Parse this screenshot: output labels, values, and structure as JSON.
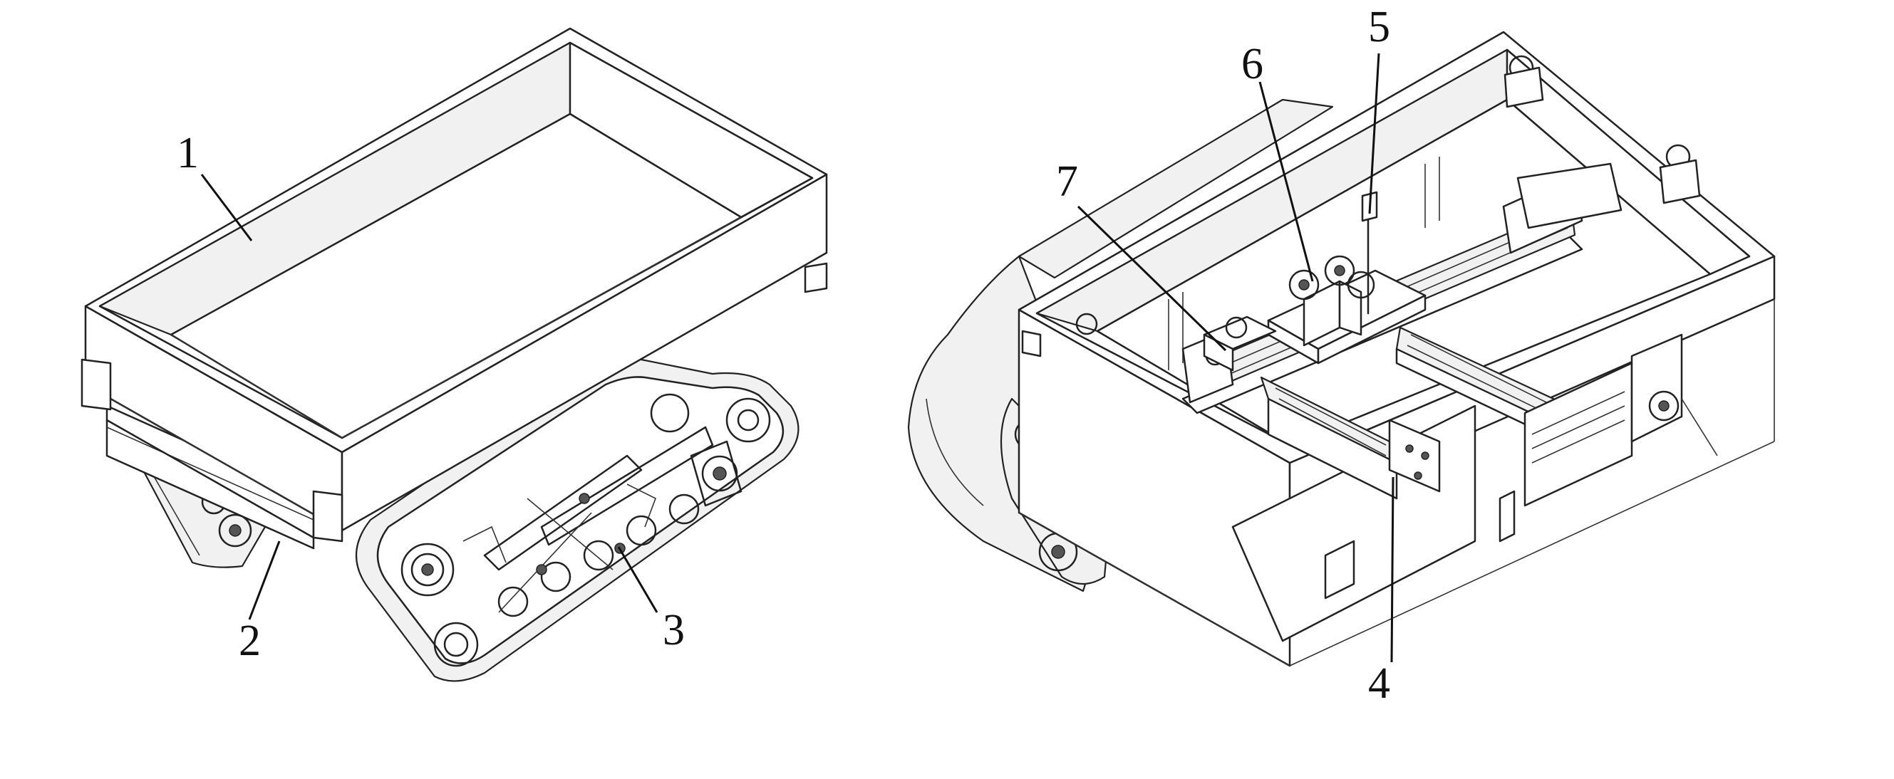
{
  "figure": {
    "left": {
      "callouts": [
        {
          "id": "1",
          "text": "1"
        },
        {
          "id": "2",
          "text": "2"
        },
        {
          "id": "3",
          "text": "3"
        }
      ]
    },
    "right": {
      "callouts": [
        {
          "id": "4",
          "text": "4"
        },
        {
          "id": "5",
          "text": "5"
        },
        {
          "id": "6",
          "text": "6"
        },
        {
          "id": "7",
          "text": "7"
        }
      ]
    }
  },
  "colors": {
    "line": "#222222",
    "background": "#ffffff"
  }
}
